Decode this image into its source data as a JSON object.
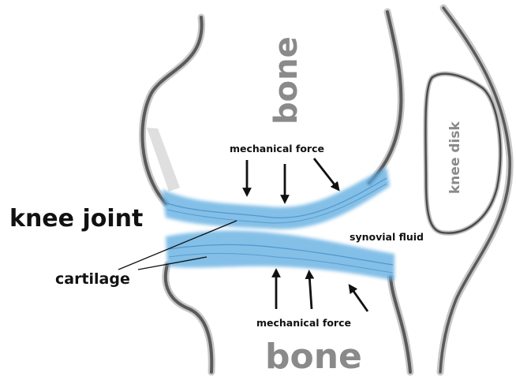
{
  "diagram": {
    "title": "knee joint",
    "labels": {
      "bone_top": "bone",
      "bone_bottom": "bone",
      "knee_disk": "knee disk",
      "mechanical_force_top": "mechanical force",
      "mechanical_force_bottom": "mechanical force",
      "synovial_fluid": "synovial fluid",
      "cartilage": "cartilage"
    },
    "colors": {
      "bone_outline": "#6e6e6e",
      "cartilage": "#5aaae0",
      "label_gray": "#8a8a8a",
      "text": "#111111",
      "shadow": "#dcdcdc"
    },
    "icons": [
      "arrow-down-icon",
      "arrow-up-icon",
      "arrow-diagonal-icon"
    ]
  }
}
